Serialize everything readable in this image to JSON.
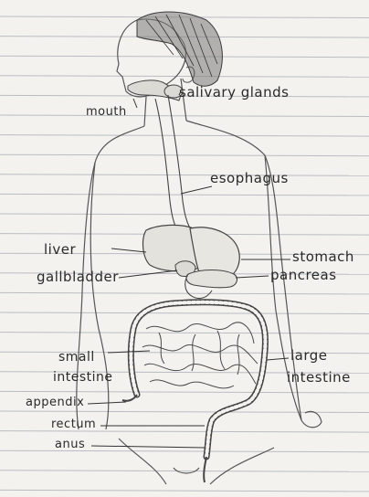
{
  "labels": {
    "mouth": "mouth",
    "salivary_glands": "salivary glands",
    "esophagus": "esophagus",
    "liver": "liver",
    "gallbladder": "gallbladder",
    "stomach": "stomach",
    "pancreas": "pancreas",
    "small_intestine_1": "small",
    "small_intestine_2": "intestine",
    "large_intestine_1": "large",
    "large_intestine_2": "intestine",
    "appendix": "appendix",
    "rectum": "rectum",
    "anus": "anus"
  },
  "colors": {
    "paper": "#f3f2ee",
    "ruled_line": "#b9bcc4",
    "pencil": "#4a4a4a",
    "organ_fill": "#e4e2dd"
  }
}
